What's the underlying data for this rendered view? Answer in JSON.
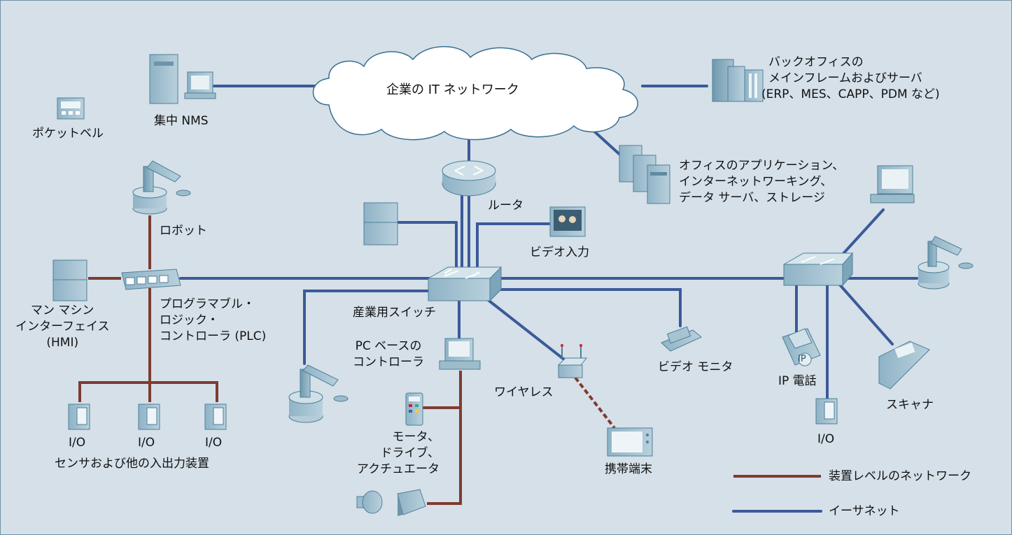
{
  "colors": {
    "ethernet": "#3b5a9a",
    "device_level": "#7e3b30",
    "background": "#d5e0e8"
  },
  "labels": {
    "cloud": "企業の IT ネットワーク",
    "backoffice": [
      "バックオフィスの",
      "メインフレームおよびサーバ",
      "(ERP、MES、CAPP、PDM など)"
    ],
    "nms": "集中 NMS",
    "pager": "ポケットベル",
    "office": [
      "オフィスのアプリケーション、",
      "インターネットワーキング、",
      "データ サーバ、ストレージ"
    ],
    "router": "ルータ",
    "robot": "ロボット",
    "video_input": "ビデオ入力",
    "hmi": [
      "マン マシン",
      "インターフェイス",
      "(HMI)"
    ],
    "plc": [
      "プログラマブル・",
      "ロジック・",
      "コントローラ (PLC)"
    ],
    "switch": "産業用スイッチ",
    "pc_controller": [
      "PC ベースの",
      "コントローラ"
    ],
    "video_monitor": "ビデオ モニタ",
    "wireless": "ワイヤレス",
    "ip_phone": "IP 電話",
    "ip_badge": "IP",
    "scanner": "スキャナ",
    "io": "I/O",
    "sensors": "センサおよび他の入出力装置",
    "motor": [
      "モータ、",
      "ドライブ、",
      "アクチュエータ"
    ],
    "handheld": "携帯端末"
  },
  "legend": {
    "device_level": "装置レベルのネットワーク",
    "ethernet": "イーサネット"
  }
}
